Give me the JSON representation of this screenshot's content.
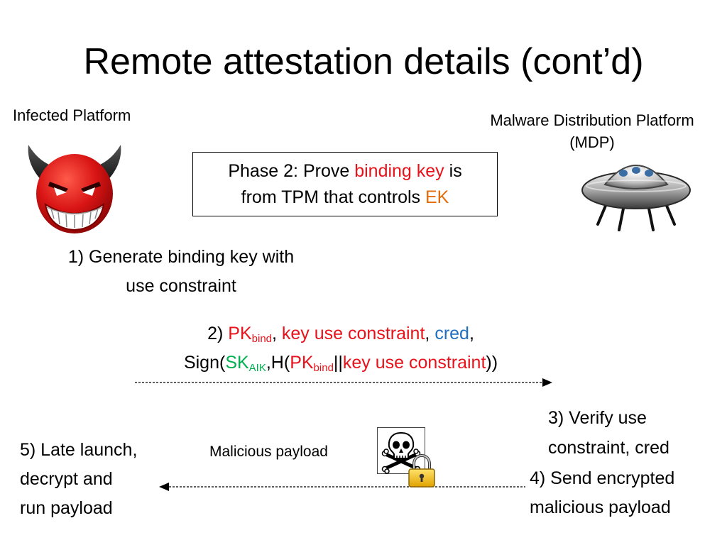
{
  "title": "Remote attestation details (cont’d)",
  "infected_platform_label": "Infected Platform",
  "mdp_label": {
    "line1": "Malware Distribution Platform",
    "line2": "(MDP)"
  },
  "phase_box": {
    "line1_prefix": "Phase 2: Prove ",
    "line1_highlight": "binding key",
    "line1_suffix": " is",
    "line2_prefix": "from TPM that controls ",
    "line2_highlight": "EK"
  },
  "step1": {
    "line1": "1) Generate binding key with",
    "line2": "use constraint"
  },
  "step2": {
    "prefix": "2) ",
    "pk": "PK",
    "bind_sub": "bind",
    "sep1": ", ",
    "key_use_constraint": "key use constraint",
    "sep2": ", ",
    "cred": "cred",
    "sep3": ",",
    "sign_open": "Sign(",
    "sk": "SK",
    "aik_sub": "AIK",
    "h_open": ",H(",
    "pk2": "PK",
    "bind_sub2": "bind",
    "concat": "||",
    "key_use_constraint2": "key use constraint",
    "close": "))"
  },
  "step3": {
    "line1": "3) Verify use",
    "line2": "constraint, cred"
  },
  "step4": {
    "line1": "4) Send encrypted",
    "line2": "malicious payload"
  },
  "step5": {
    "line1": "5) Late launch,",
    "line2": "decrypt and",
    "line3": "run payload"
  },
  "payload_label": "Malicious payload",
  "icons": {
    "devil": "devil-face-icon",
    "ufo": "ufo-icon",
    "payload": "skull-crossbones-icon",
    "lock": "padlock-icon"
  },
  "colors": {
    "red": "#e8121b",
    "orange": "#e46c0a",
    "blue": "#1f6fc0",
    "green": "#00b050"
  }
}
